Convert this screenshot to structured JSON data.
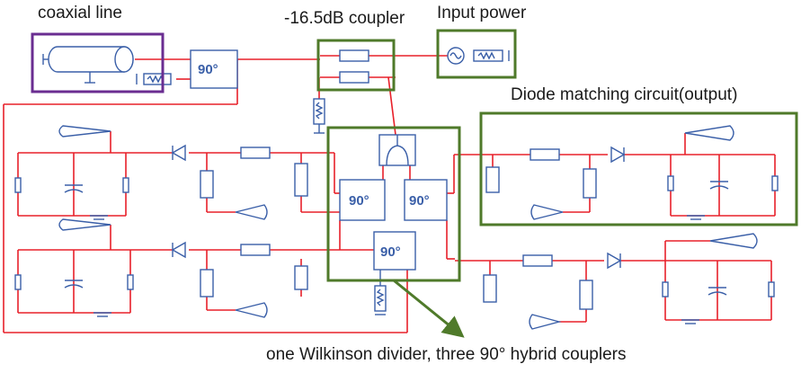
{
  "labels": {
    "coaxial_line": "coaxial line",
    "coupler": "-16.5dB coupler",
    "input_power": "Input power",
    "diode_matching": "Diode matching circuit(output)",
    "caption": "one Wilkinson divider, three 90° hybrid couplers"
  },
  "hybrid_label": "90°",
  "colors": {
    "wire": "#e8202a",
    "component": "#3a5fa8",
    "highlight_green": "#4f7a2a",
    "highlight_purple": "#6a2d91"
  }
}
